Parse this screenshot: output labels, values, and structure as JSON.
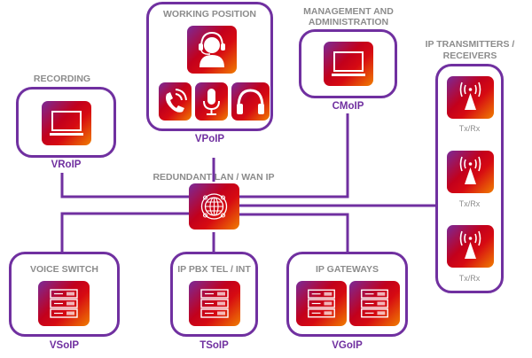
{
  "diagram": {
    "hub": {
      "title": "REDUNDANT LAN / WAN IP",
      "icon": "globe-network-icon"
    },
    "nodes": {
      "recording": {
        "title": "RECORDING",
        "protocol": "VRoIP",
        "icons": [
          "monitor-icon"
        ]
      },
      "working_position": {
        "title": "WORKING POSITION",
        "protocol": "VPoIP",
        "icons": [
          "operator-headset-icon",
          "phone-call-icon",
          "microphone-icon",
          "headphones-icon"
        ]
      },
      "management": {
        "title": "MANAGEMENT AND\nADMINISTRATION",
        "title_line1": "MANAGEMENT AND",
        "title_line2": "ADMINISTRATION",
        "protocol": "CMoIP",
        "icons": [
          "monitor-icon"
        ]
      },
      "transmitters": {
        "title_line1": "IP TRANSMITTERS /",
        "title_line2": "RECEIVERS",
        "units": [
          {
            "label": "Tx/Rx",
            "icon": "radio-antenna-icon"
          },
          {
            "label": "Tx/Rx",
            "icon": "radio-antenna-icon"
          },
          {
            "label": "Tx/Rx",
            "icon": "radio-antenna-icon"
          }
        ]
      },
      "voice_switch": {
        "title": "VOICE SWITCH",
        "protocol": "VSoIP",
        "icons": [
          "server-icon"
        ]
      },
      "ip_pbx": {
        "title": "IP PBX TEL / INT",
        "protocol": "TSoIP",
        "icons": [
          "server-icon"
        ]
      },
      "ip_gateways": {
        "title": "IP GATEWAYS",
        "protocol": "VGoIP",
        "icons": [
          "server-icon",
          "server-icon"
        ]
      }
    },
    "colors": {
      "line": "#7030a0",
      "title_text": "#8c8c8c",
      "gradient_start": "#7a2a9a",
      "gradient_mid": "#c2001c",
      "gradient_end": "#f07e00"
    }
  }
}
